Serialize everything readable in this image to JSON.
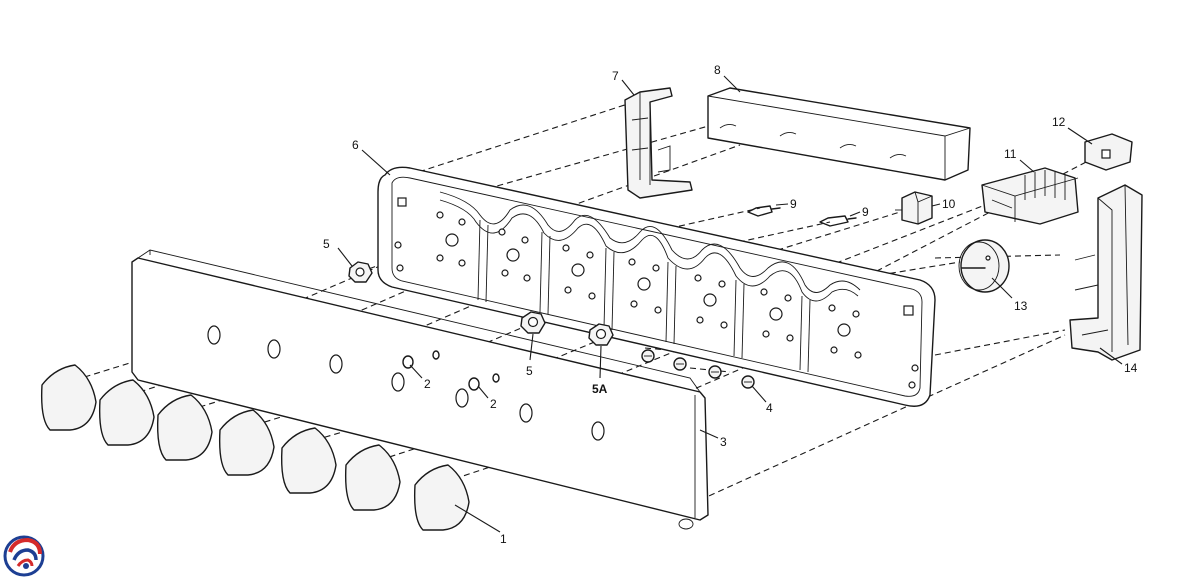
{
  "callouts": {
    "c1": "1",
    "c2a": "2",
    "c2b": "2",
    "c3": "3",
    "c4": "4",
    "c5a": "5",
    "c5b": "5",
    "c5A": "5A",
    "c6": "6",
    "c7": "7",
    "c8": "8",
    "c9a": "9",
    "c9b": "9",
    "c10": "10",
    "c11": "11",
    "c12": "12",
    "c13": "13",
    "c14": "14"
  },
  "logo": {
    "icon": "swirl-logo-icon",
    "colors": {
      "red": "#d52b2b",
      "blue": "#1d3f93"
    }
  }
}
